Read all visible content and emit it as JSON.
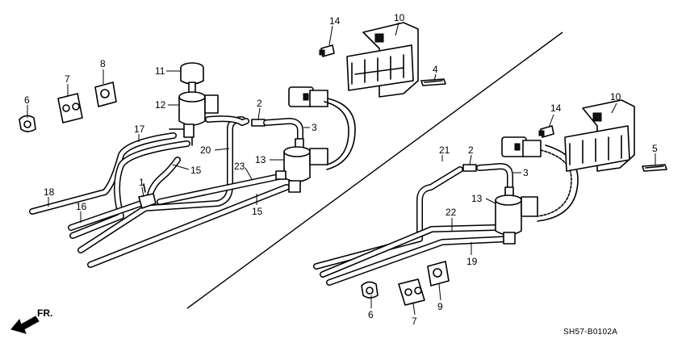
{
  "diagram_code": "SH57-B0102A",
  "direction_label": "FR.",
  "callouts": {
    "c1": "1",
    "c2a": "2",
    "c2b": "2",
    "c3a": "3",
    "c3b": "3",
    "c4": "4",
    "c5": "5",
    "c6a": "6",
    "c6b": "6",
    "c7a": "7",
    "c7b": "7",
    "c8": "8",
    "c9": "9",
    "c10a": "10",
    "c10b": "10",
    "c11": "11",
    "c12": "12",
    "c13a": "13",
    "c13b": "13",
    "c14a": "14",
    "c14b": "14",
    "c15a": "15",
    "c15b": "15",
    "c16": "16",
    "c17": "17",
    "c18": "18",
    "c19": "19",
    "c20": "20",
    "c21": "21",
    "c22": "22",
    "c23": "23"
  }
}
